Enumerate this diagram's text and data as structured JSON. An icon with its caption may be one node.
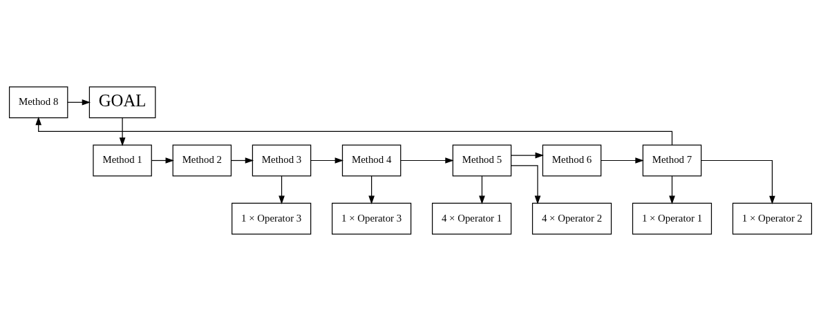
{
  "diagram": {
    "nodes": [
      {
        "text": [
          "GOAL"
        ]
      },
      {
        "text": [
          "Method 8"
        ]
      },
      {
        "text": [
          "Method 1"
        ]
      },
      {
        "text": [
          "Method 2"
        ]
      },
      {
        "text": [
          "Method 3"
        ]
      },
      {
        "text": [
          "Method 4"
        ]
      },
      {
        "text": [
          "Method 5"
        ]
      },
      {
        "text": [
          "Method 6"
        ]
      },
      {
        "text": [
          "Method 7"
        ]
      },
      {
        "text": [
          "1 × Operator 3"
        ]
      },
      {
        "text": [
          "4 × Operator 1"
        ]
      },
      {
        "text": [
          "4 × Operator 2"
        ]
      },
      {
        "text": [
          "1 × Operator 3"
        ]
      },
      {
        "text": [
          "1 × Operator 1"
        ]
      },
      {
        "text": [
          "1 × Operator 2"
        ]
      }
    ],
    "edges": [
      {
        "from": 0,
        "to": 2,
        "arrow": "to"
      },
      {
        "from": 2,
        "to": 3,
        "arrow": "to"
      },
      {
        "from": 3,
        "to": 4,
        "arrow": "to"
      },
      {
        "from": 4,
        "to": 5,
        "arrow": "to"
      },
      {
        "from": 5,
        "to": 6,
        "arrow": "to"
      },
      {
        "from": 6,
        "to": 7,
        "arrow": "to"
      },
      {
        "from": 7,
        "to": 8,
        "arrow": "to"
      },
      {
        "from": 8,
        "to": 1,
        "arrow": "to"
      },
      {
        "from": 1,
        "to": 0,
        "arrow": "to"
      },
      {
        "from": 4,
        "to": 9,
        "arrow": "to"
      },
      {
        "from": 5,
        "to": 12,
        "arrow": "to"
      },
      {
        "from": 6,
        "to": 10,
        "arrow": "to"
      },
      {
        "from": 6,
        "to": 11,
        "arrow": "to"
      },
      {
        "from": 8,
        "to": 13,
        "arrow": "to"
      },
      {
        "from": 8,
        "to": 14,
        "arrow": "to"
      }
    ]
  }
}
